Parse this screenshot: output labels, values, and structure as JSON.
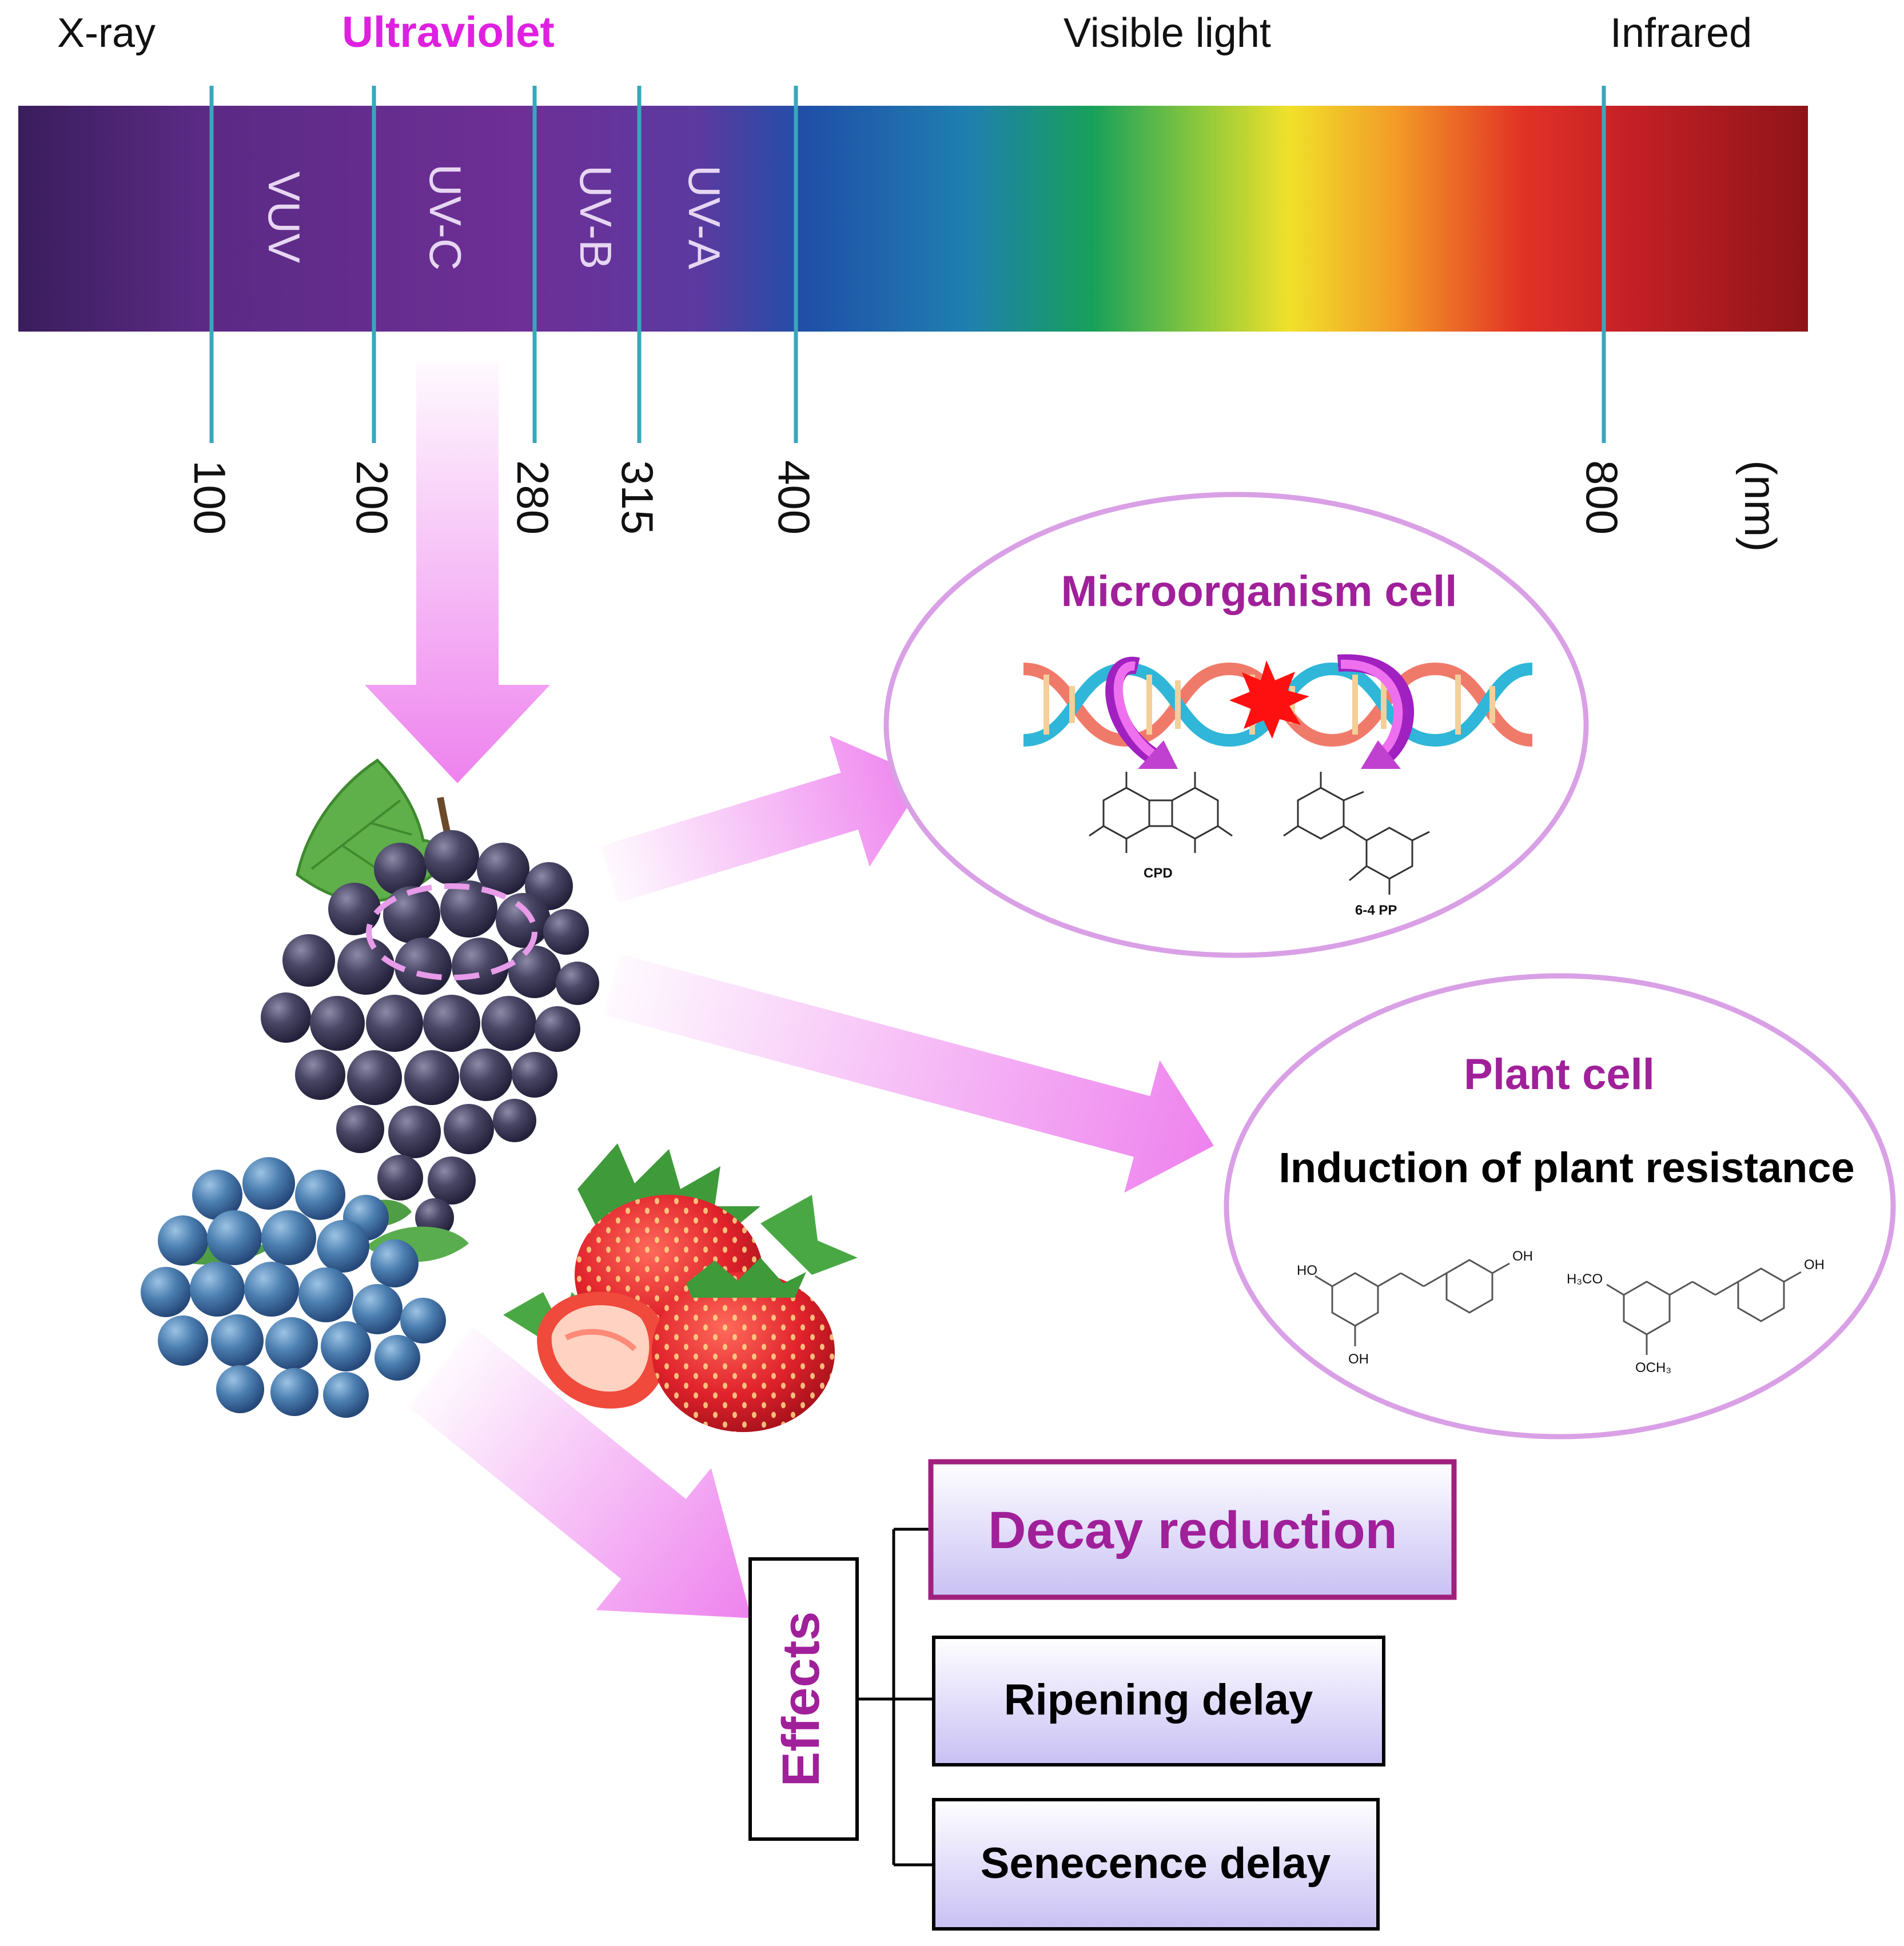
{
  "spectrum": {
    "labels": {
      "xray": "X-ray",
      "ultraviolet": "Ultraviolet",
      "visible": "Visible light",
      "infrared": "Infrared"
    },
    "bands": [
      "VUV",
      "UV-C",
      "UV-B",
      "UV-A"
    ],
    "ticks": [
      "100",
      "200",
      "280",
      "315",
      "400",
      "800"
    ],
    "unit": "(nm)"
  },
  "microorganism": {
    "title": "Microorganism cell",
    "labels": {
      "cpd": "CPD",
      "pp": "6-4 PP"
    }
  },
  "plant": {
    "title": "Plant cell",
    "subtitle": "Induction of plant resistance",
    "chem": {
      "ho": "HO",
      "oh_top": "OH",
      "oh_bottom": "OH",
      "h3co": "H₃CO",
      "och3": "OCH₃",
      "oh2": "OH"
    }
  },
  "effects": {
    "label": "Effects",
    "items": [
      "Decay reduction",
      "Ripening delay",
      "Senecence delay"
    ]
  },
  "colors": {
    "accent": "#a0209a",
    "ultraviolet": "#e020e0",
    "tick_line": "#3aa6bd",
    "arrow": "#ee82ee",
    "circle_border": "#d9a0e6"
  }
}
